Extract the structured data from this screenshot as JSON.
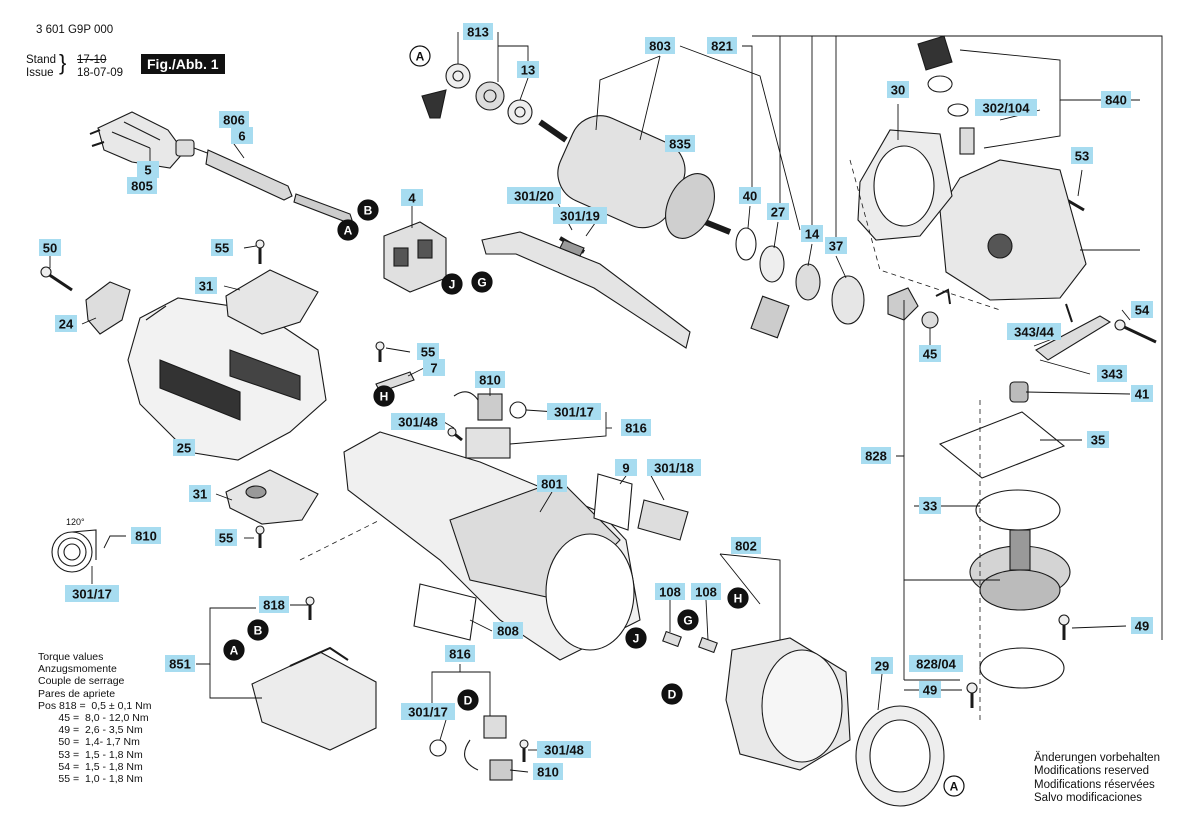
{
  "header": {
    "part_number": "3 601 G9P 000",
    "stand_label": "Stand",
    "issue_label": "Issue",
    "stand_date": "17-10",
    "issue_date": "18-07-09",
    "figure": "Fig./Abb. 1"
  },
  "torque": {
    "titles": [
      "Torque values",
      "Anzugsmomente",
      "Couple de serrage",
      "Pares de apriete"
    ],
    "rows": [
      "Pos 818 =  0,5 ± 0,1 Nm",
      "       45 =  8,0 - 12,0 Nm",
      "       49 =  2,6 - 3,5 Nm",
      "       50 =  1,4- 1,7 Nm",
      "       53 =  1,5 - 1,8 Nm",
      "       54 =  1,5 - 1,8 Nm",
      "       55 =  1,0 - 1,8 Nm"
    ]
  },
  "notes": [
    "Änderungen vorbehalten",
    "Modifications reserved",
    "Modifications réservées",
    "Salvo modificaciones"
  ],
  "angle_label": "120°",
  "labels": [
    {
      "id": "813",
      "text": "813"
    },
    {
      "id": "803",
      "text": "803"
    },
    {
      "id": "13",
      "text": "13"
    },
    {
      "id": "821",
      "text": "821"
    },
    {
      "id": "835",
      "text": "835"
    },
    {
      "id": "30",
      "text": "30"
    },
    {
      "id": "302-104",
      "text": "302/104"
    },
    {
      "id": "840",
      "text": "840"
    },
    {
      "id": "806",
      "text": "806"
    },
    {
      "id": "6",
      "text": "6"
    },
    {
      "id": "5",
      "text": "5"
    },
    {
      "id": "805",
      "text": "805"
    },
    {
      "id": "4",
      "text": "4"
    },
    {
      "id": "301-20",
      "text": "301/20"
    },
    {
      "id": "301-19",
      "text": "301/19"
    },
    {
      "id": "40",
      "text": "40"
    },
    {
      "id": "27",
      "text": "27"
    },
    {
      "id": "14",
      "text": "14"
    },
    {
      "id": "37",
      "text": "37"
    },
    {
      "id": "53",
      "text": "53"
    },
    {
      "id": "50",
      "text": "50"
    },
    {
      "id": "55a",
      "text": "55"
    },
    {
      "id": "31a",
      "text": "31"
    },
    {
      "id": "24",
      "text": "24"
    },
    {
      "id": "54",
      "text": "54"
    },
    {
      "id": "343-44",
      "text": "343/44"
    },
    {
      "id": "45",
      "text": "45"
    },
    {
      "id": "55b",
      "text": "55"
    },
    {
      "id": "7",
      "text": "7"
    },
    {
      "id": "810a",
      "text": "810"
    },
    {
      "id": "343",
      "text": "343"
    },
    {
      "id": "41",
      "text": "41"
    },
    {
      "id": "301-48a",
      "text": "301/48"
    },
    {
      "id": "301-17a",
      "text": "301/17"
    },
    {
      "id": "816a",
      "text": "816"
    },
    {
      "id": "35",
      "text": "35"
    },
    {
      "id": "25",
      "text": "25"
    },
    {
      "id": "828",
      "text": "828"
    },
    {
      "id": "9",
      "text": "9"
    },
    {
      "id": "301-18",
      "text": "301/18"
    },
    {
      "id": "801",
      "text": "801"
    },
    {
      "id": "31b",
      "text": "31"
    },
    {
      "id": "33",
      "text": "33"
    },
    {
      "id": "810b",
      "text": "810"
    },
    {
      "id": "55c",
      "text": "55"
    },
    {
      "id": "802",
      "text": "802"
    },
    {
      "id": "301-17b",
      "text": "301/17"
    },
    {
      "id": "818",
      "text": "818"
    },
    {
      "id": "108a",
      "text": "108"
    },
    {
      "id": "108b",
      "text": "108"
    },
    {
      "id": "49a",
      "text": "49"
    },
    {
      "id": "808",
      "text": "808"
    },
    {
      "id": "851",
      "text": "851"
    },
    {
      "id": "816b",
      "text": "816"
    },
    {
      "id": "29",
      "text": "29"
    },
    {
      "id": "828-04",
      "text": "828/04"
    },
    {
      "id": "49b",
      "text": "49"
    },
    {
      "id": "301-17c",
      "text": "301/17"
    },
    {
      "id": "301-48b",
      "text": "301/48"
    },
    {
      "id": "810c",
      "text": "810"
    }
  ],
  "callouts": [
    {
      "id": "A1",
      "text": "A"
    },
    {
      "id": "B1",
      "text": "B"
    },
    {
      "id": "A2",
      "text": "A"
    },
    {
      "id": "J1",
      "text": "J"
    },
    {
      "id": "G1",
      "text": "G"
    },
    {
      "id": "H1",
      "text": "H"
    },
    {
      "id": "A3",
      "text": "A"
    },
    {
      "id": "B2",
      "text": "B"
    },
    {
      "id": "J2",
      "text": "J"
    },
    {
      "id": "G2",
      "text": "G"
    },
    {
      "id": "H2",
      "text": "H"
    },
    {
      "id": "D1",
      "text": "D"
    },
    {
      "id": "D2",
      "text": "D"
    },
    {
      "id": "A4",
      "text": "A"
    }
  ]
}
